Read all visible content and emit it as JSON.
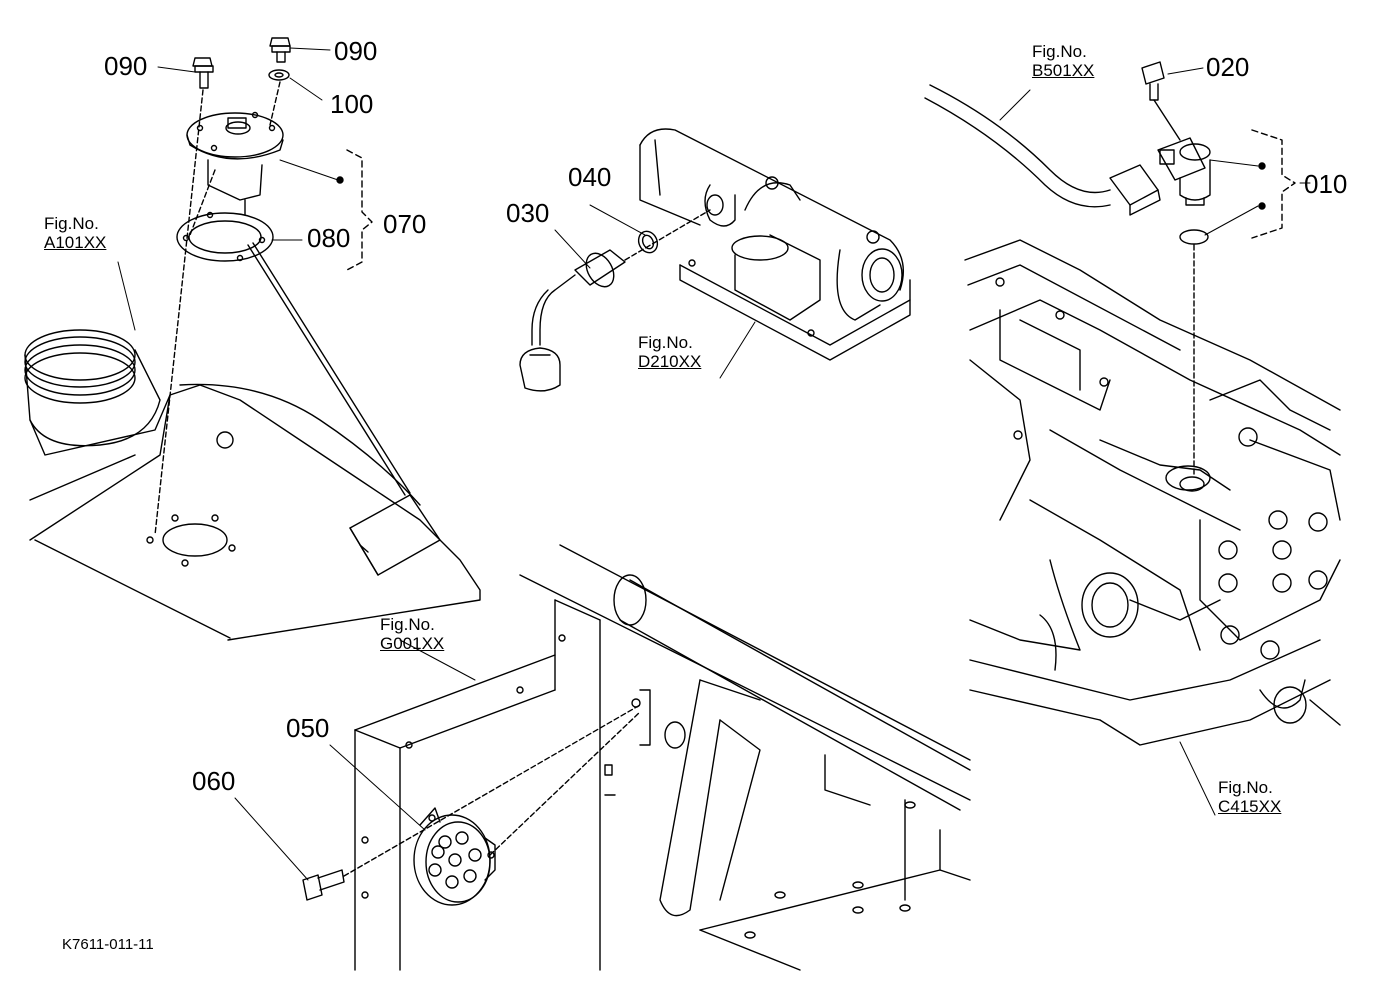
{
  "part_labels": {
    "p090a": "090",
    "p090b": "090",
    "p100": "100",
    "p080": "080",
    "p070": "070",
    "p040": "040",
    "p030": "030",
    "p020": "020",
    "p010": "010",
    "p050": "050",
    "p060": "060"
  },
  "fig_refs": {
    "a101": {
      "prefix": "Fig.No.",
      "code": "A101XX"
    },
    "d210": {
      "prefix": "Fig.No.",
      "code": "D210XX"
    },
    "b501": {
      "prefix": "Fig.No.",
      "code": "B501XX"
    },
    "g001": {
      "prefix": "Fig.No.",
      "code": "G001XX"
    },
    "c415": {
      "prefix": "Fig.No.",
      "code": "C415XX"
    }
  },
  "footer": {
    "drawing_id": "K7611-011-11"
  }
}
